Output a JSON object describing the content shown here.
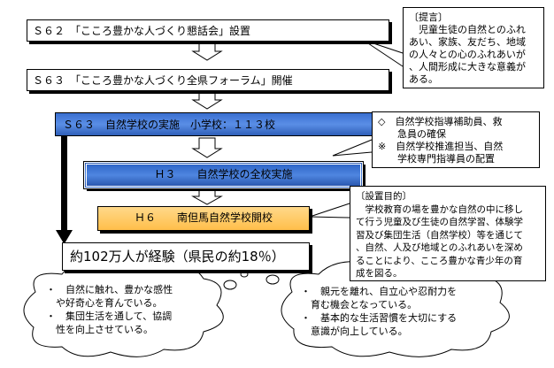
{
  "steps": {
    "s62": "Ｓ６２　「こころ豊かな人づくり懇話会」設置",
    "s63_forum": "Ｓ６３　「こころ豊かな人づくり全県フォーラム」開催",
    "s63_impl": "Ｓ６３　自然学校の実施　小学校：１１３校",
    "h3": "Ｈ３　　自然学校の全校実施",
    "h6": "Ｈ６　　南但馬自然学校開校"
  },
  "proposal": {
    "title": "〔提言〕",
    "body": "　児童生徒の自然とのふれ\nあい、家族、友だち、地域\nの人々との心のふれあいが\n、人間形成に大きな意義が\nある。"
  },
  "staff_note": {
    "line1": "◇　自然学校指導補助員、救",
    "line2": "　　急員の確保",
    "line3": "※　自然学校推進担当、自然",
    "line4": "　　学校専門指導員の配置"
  },
  "purpose": {
    "title": "〔設置目的〕",
    "body": "　学校教育の場を豊かな自然の中に移し\nて行う児童及び生徒の自然学習、体験学\n習及び集団生活（自然学校）等を通じて\n、自然、人及び地域とのふれあいを深め\nることにより、こころ豊かな青少年の育\n成を図る。"
  },
  "result": "約102万人が経験（県民の約18％）",
  "cloud_left": "・　自然に触れ、豊かな感性\n　や好奇心を育んでいる。\n・　集団生活を通して、協調\n　性を向上させている。",
  "cloud_right": "・　親元を離れ、自立心や忍耐力を\n　育む機会となっている。\n・　基本的な生活習慣を大切にする\n　意識が向上している。",
  "colors": {
    "blue": "#4a7fdc",
    "orange": "#ffc65a",
    "black": "#000000"
  }
}
